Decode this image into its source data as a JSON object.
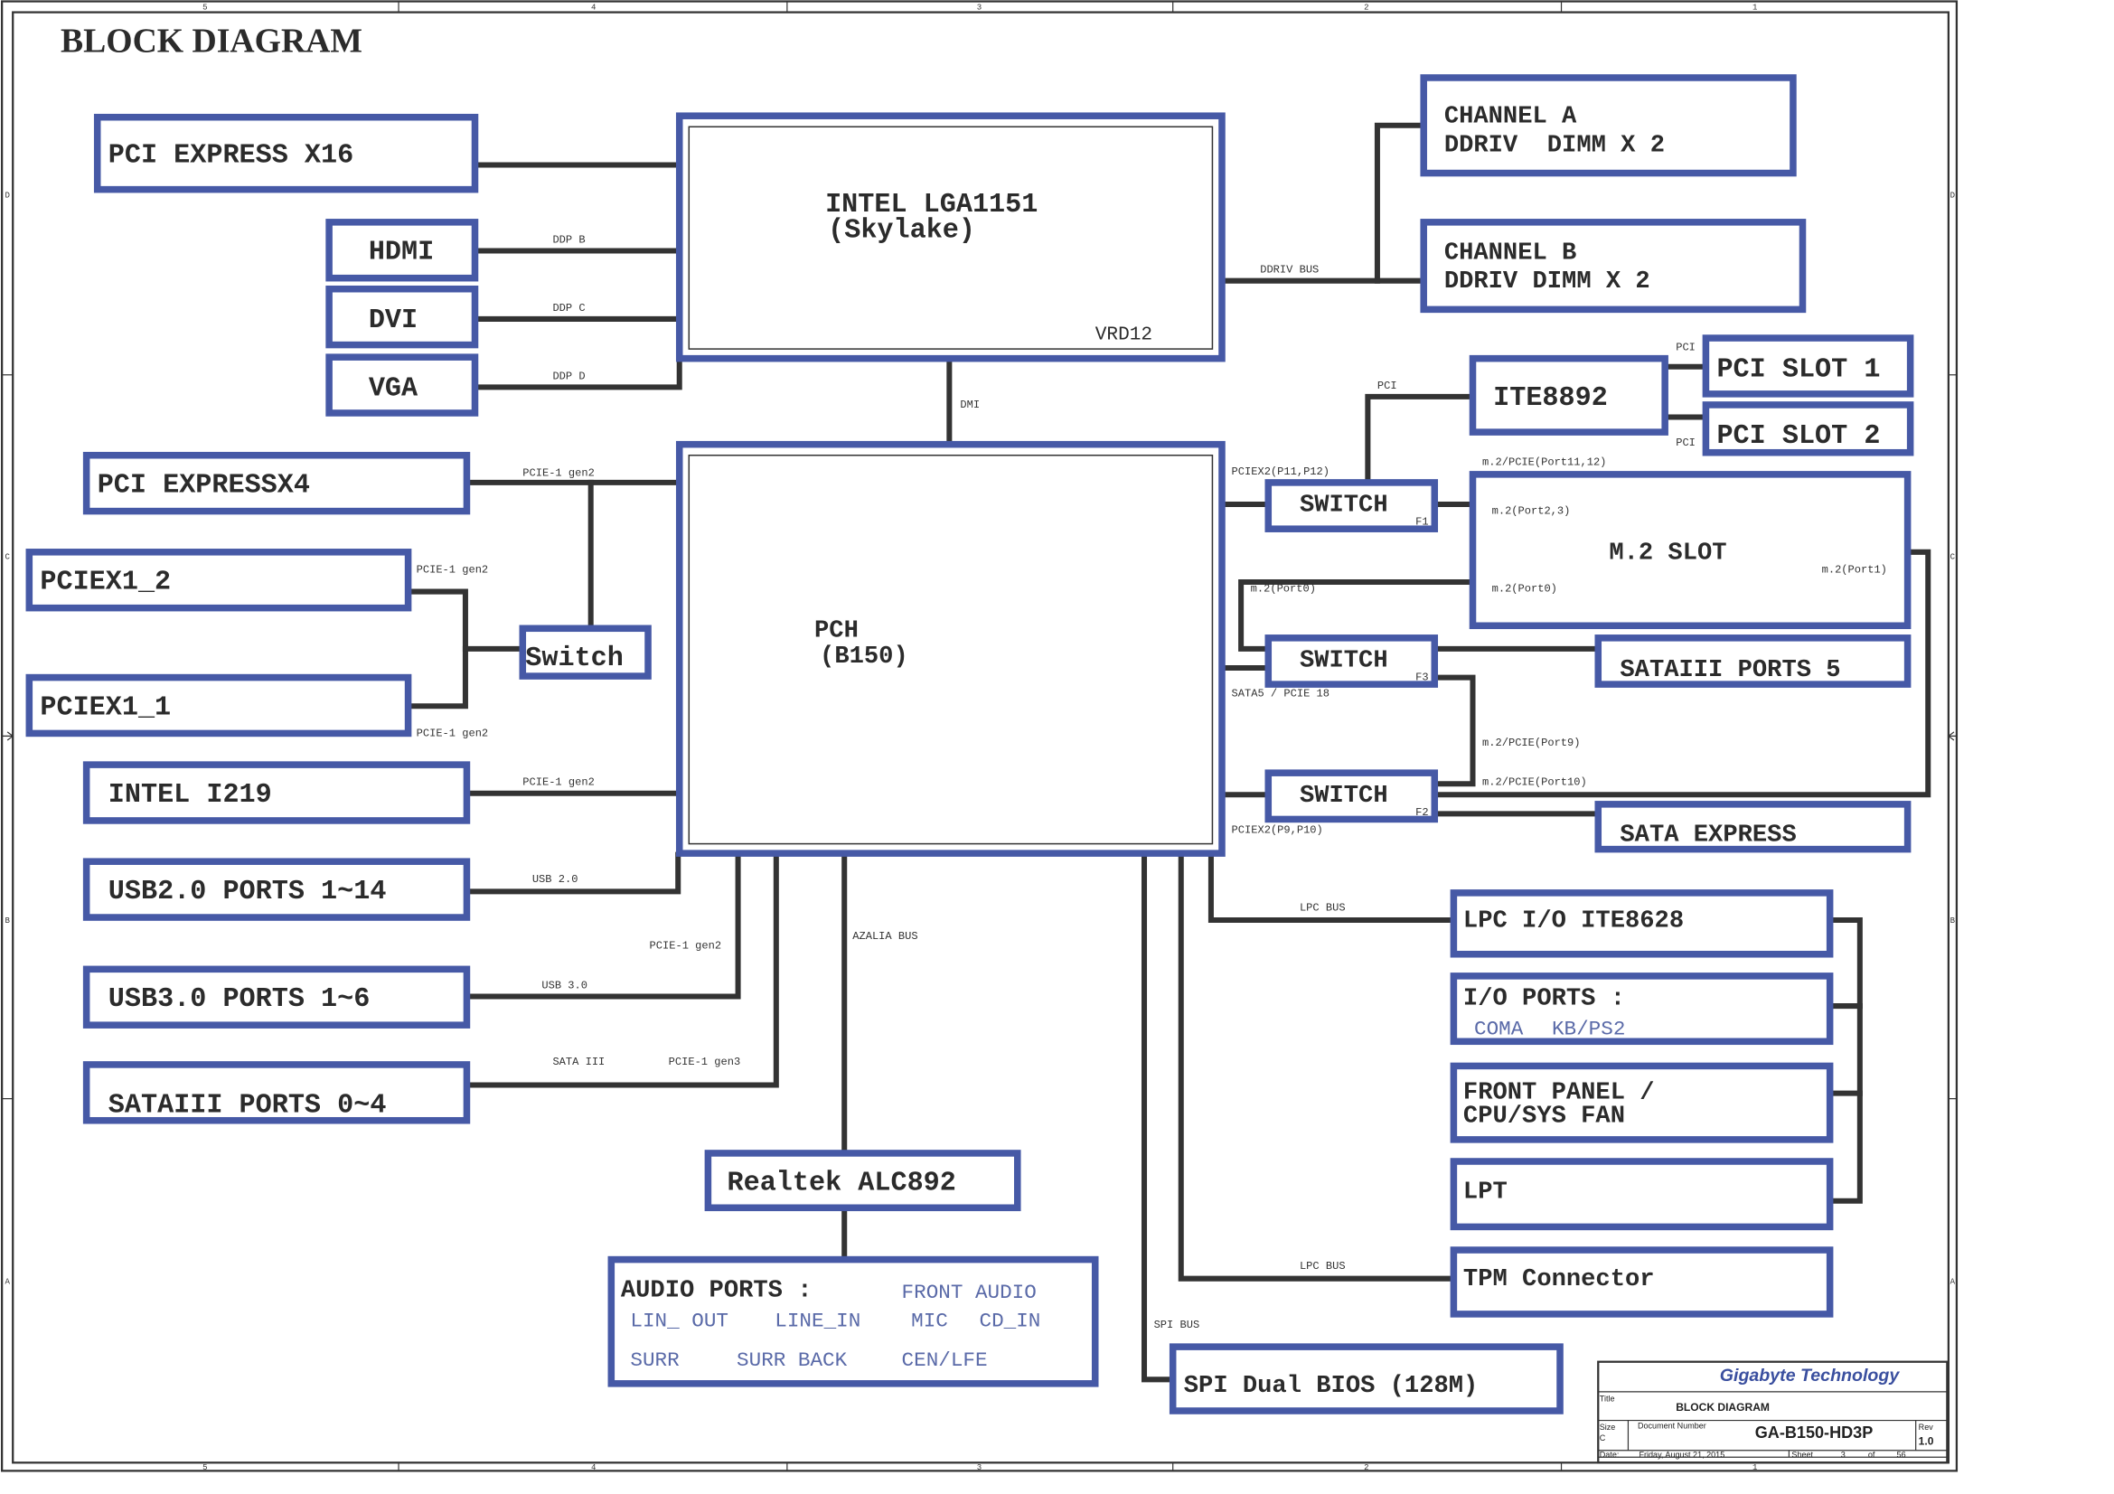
{
  "page": {
    "title": "BLOCK DIAGRAM",
    "column_markers": [
      "5",
      "4",
      "3",
      "2",
      "1"
    ],
    "row_markers": [
      "D",
      "C",
      "B",
      "A"
    ]
  },
  "colors": {
    "block_border": "#4659a6",
    "wire": "#333333",
    "sub_text": "#5a6aa8",
    "company": "#3a4f9f"
  },
  "blocks": {
    "cpu": {
      "line1": "INTEL LGA1151",
      "line2": "(Skylake)",
      "note": "VRD12"
    },
    "pch": {
      "line1": "PCH",
      "line2": "(B150)"
    },
    "pcie_x16": "PCI EXPRESS X16",
    "hdmi": "HDMI",
    "dvi": "DVI",
    "vga": "VGA",
    "pcie_x4": "PCI EXPRESSX4",
    "pciex1_2": "PCIEX1_2",
    "pciex1_1": "PCIEX1_1",
    "switch_left": "Switch",
    "intel_i219": "INTEL I219",
    "usb2": "USB2.0 PORTS 1~14",
    "usb3": "USB3.0 PORTS 1~6",
    "sata_0_4": "SATAIII PORTS 0~4",
    "realtek": "Realtek ALC892",
    "audio": {
      "title": "AUDIO PORTS :",
      "items": [
        "FRONT AUDIO",
        "LIN_ OUT",
        "LINE_IN",
        "MIC",
        "CD_IN",
        "SURR",
        "SURR BACK",
        "CEN/LFE"
      ]
    },
    "channel_a": {
      "line1": "CHANNEL A",
      "line2": "DDRIV  DIMM X 2"
    },
    "channel_b": {
      "line1": "CHANNEL B",
      "line2": "DDRIV DIMM X 2"
    },
    "ite8892": "ITE8892",
    "pci_slot_1": "PCI SLOT 1",
    "pci_slot_2": "PCI SLOT 2",
    "switch_f1": {
      "label": "SWITCH",
      "tag": "F1"
    },
    "switch_f3": {
      "label": "SWITCH",
      "tag": "F3"
    },
    "switch_f2": {
      "label": "SWITCH",
      "tag": "F2"
    },
    "m2_slot": {
      "label": "M.2 SLOT",
      "port23": "m.2(Port2,3)",
      "port0": "m.2(Port0)",
      "port1": "m.2(Port1)"
    },
    "sata_5": "SATAIII PORTS 5",
    "sata_express": "SATA EXPRESS",
    "lpc_io": "LPC I/O ITE8628",
    "io_ports": {
      "title": "I/O PORTS :",
      "items": [
        "COMA",
        "KB/PS2"
      ]
    },
    "front_panel": {
      "line1": "FRONT PANEL /",
      "line2": "CPU/SYS FAN"
    },
    "lpt": "LPT",
    "tpm": "TPM Connector",
    "spi_bios": "SPI Dual BIOS (128M)"
  },
  "buses": {
    "ddp_b": "DDP B",
    "ddp_c": "DDP C",
    "ddp_d": "DDP D",
    "dmi": "DMI",
    "ddriv_bus": "DDRIV BUS",
    "pci_ite": "PCI",
    "pci_slot1": "PCI",
    "pci_slot2": "PCI",
    "pcie_x4": "PCIE-1 gen2",
    "pcie_x1_2": "PCIE-1 gen2",
    "pcie_x1_1": "PCIE-1 gen2",
    "pcie_i219": "PCIE-1 gen2",
    "usb2": "USB 2.0",
    "usb3": "USB 3.0",
    "pcie_usb3": "PCIE-1 gen2",
    "sata3": "SATA III",
    "pcie_gen3": "PCIE-1 gen3",
    "azalia": "AZALIA BUS",
    "pciex2_p11_p12": "PCIEX2(P11,P12)",
    "m2_port11_12": "m.2/PCIE(Port11,12)",
    "m2_port0_left": "m.2(Port0)",
    "sata5_pcie18": "SATA5 / PCIE 18",
    "m2_port9": "m.2/PCIE(Port9)",
    "m2_port10": "m.2/PCIE(Port10)",
    "pciex2_p9_p10": "PCIEX2(P9,P10)",
    "lpc_bus_1": "LPC BUS",
    "lpc_bus_2": "LPC BUS",
    "spi_bus": "SPI BUS"
  },
  "title_block": {
    "company": "Gigabyte Technology",
    "title_label": "Title",
    "title": "BLOCK DIAGRAM",
    "size_label": "Size",
    "size": "C",
    "doc_number_label": "Document Number",
    "doc_number": "GA-B150-HD3P",
    "rev_label": "Rev",
    "rev": "1.0",
    "date_label": "Date:",
    "date": "Friday, August 21, 2015",
    "sheet_label": "Sheet",
    "sheet": "3",
    "of_label": "of",
    "total_sheets": "56"
  }
}
